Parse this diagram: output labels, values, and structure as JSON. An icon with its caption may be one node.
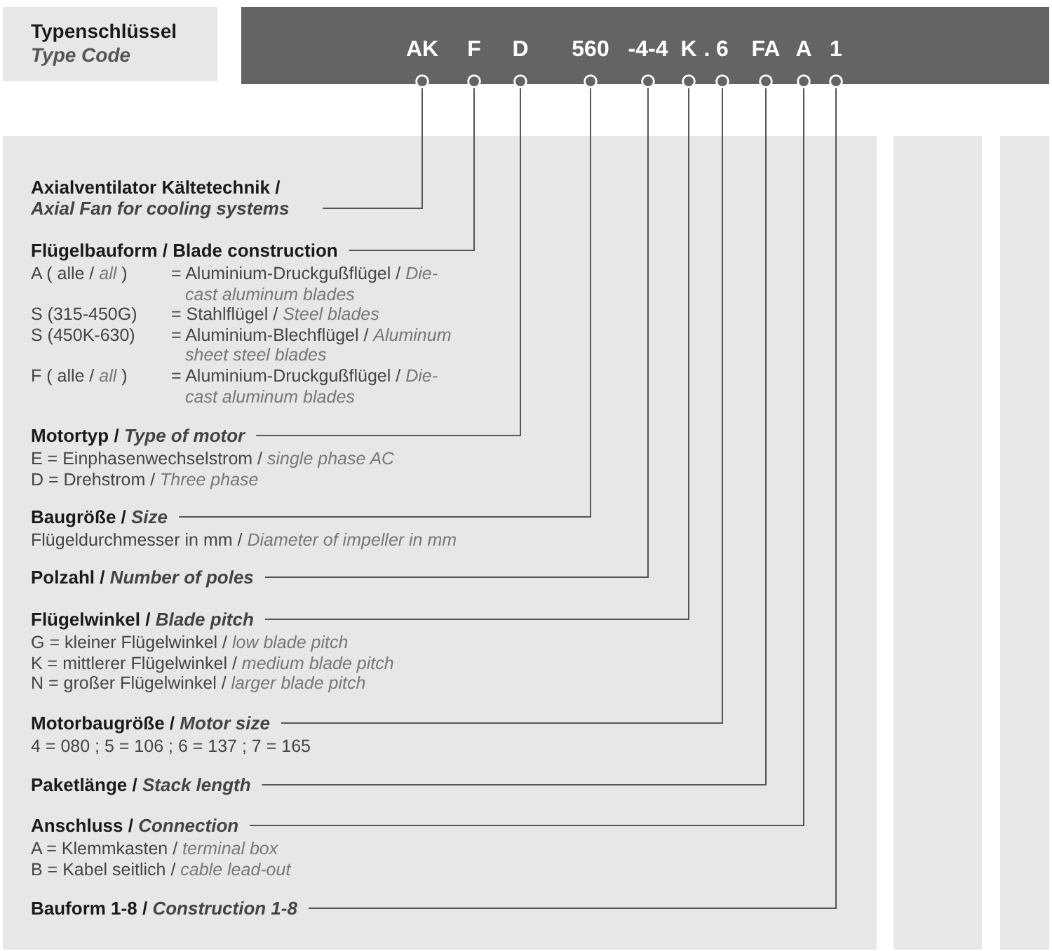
{
  "diagram": {
    "nodes": [
      {
        "text": [
          "Typenschlüssel",
          "Type Code"
        ]
      },
      {
        "text": [],
        "shape": "bar"
      },
      {
        "text": [
          "AK"
        ],
        "in": 1
      },
      {
        "text": [
          "F"
        ],
        "in": 1
      },
      {
        "text": [
          "D"
        ],
        "in": 1
      },
      {
        "text": [
          "560"
        ],
        "in": 1
      },
      {
        "text": [
          "-4-4"
        ],
        "in": 1
      },
      {
        "text": [
          "K"
        ],
        "in": 1
      },
      {
        "text": [
          "6"
        ],
        "in": 1
      },
      {
        "text": [
          "FA"
        ],
        "in": 1
      },
      {
        "text": [
          "A"
        ],
        "in": 1
      },
      {
        "text": [
          "1"
        ],
        "in": 1
      },
      {
        "text": [],
        "shape": "box"
      },
      {
        "text": [
          "Axialventilator Kältetechnik / *Axial Fan for cooling systems*"
        ],
        "in": 12
      },
      {
        "text": [
          "Flügelbauform / Blade construction",
          "A ( alle / *all* )",
          "= Aluminium-Druckgußflügel / *Die-cast aluminum blades*",
          "S (315-450G)",
          "= Stahlflügel / *Steel blades*",
          "S (450K-630)",
          "= Aluminium-Blechflügel / *Aluminum sheet steel blades*",
          "F ( alle / *all* )",
          "= Aluminium-Druckgußflügel / *Die-cast aluminum blades*"
        ],
        "in": 12
      },
      {
        "text": [
          "Motortyp / *Type of motor*",
          "E = Einphasenwechselstrom / *single phase AC*",
          "D = Drehstrom / *Three phase*"
        ],
        "in": 12
      },
      {
        "text": [
          "Baugröße / *Size*",
          "Flügeldurchmesser in mm / *Diameter of impeller in mm*"
        ],
        "in": 12
      },
      {
        "text": [
          "Polzahl / *Number of poles*"
        ],
        "in": 12
      },
      {
        "text": [
          "Flügelwinkel / *Blade pitch*",
          "G = kleiner Flügelwinkel / *low blade pitch*",
          "K = mittlerer Flügelwinkel / *medium blade pitch*",
          "N = großer Flügelwinkel / *larger blade pitch*"
        ],
        "in": 12
      },
      {
        "text": [
          "Motorbaugröße / *Motor size*",
          "4 = 080 ; 5 = 106 ; 6 = 137 ; 7 = 165"
        ],
        "in": 12
      },
      {
        "text": [
          "Paketlänge / *Stack length*"
        ],
        "in": 12
      },
      {
        "text": [
          "Anschluss / *Connection*",
          "A = Klemmkasten / *terminal box*",
          "B = Kabel seitlich / *cable lead-out*"
        ],
        "in": 12
      },
      {
        "text": [
          "Bauform 1-8 / *Construction 1-8*"
        ],
        "in": 12
      }
    ],
    "edges": [
      {
        "from": 2,
        "to": 13,
        "arrow": "other"
      },
      {
        "from": 3,
        "to": 14,
        "arrow": "other"
      },
      {
        "from": 4,
        "to": 15,
        "arrow": "other"
      },
      {
        "from": 5,
        "to": 16,
        "arrow": "other"
      },
      {
        "from": 6,
        "to": 17,
        "arrow": "other"
      },
      {
        "from": 7,
        "to": 18,
        "arrow": "other"
      },
      {
        "from": 8,
        "to": 19,
        "arrow": "other"
      },
      {
        "from": 9,
        "to": 20,
        "arrow": "other"
      },
      {
        "from": 10,
        "to": 21,
        "arrow": "other"
      },
      {
        "from": 11,
        "to": 22,
        "arrow": "other"
      }
    ],
    "labels": [
      "."
    ]
  }
}
